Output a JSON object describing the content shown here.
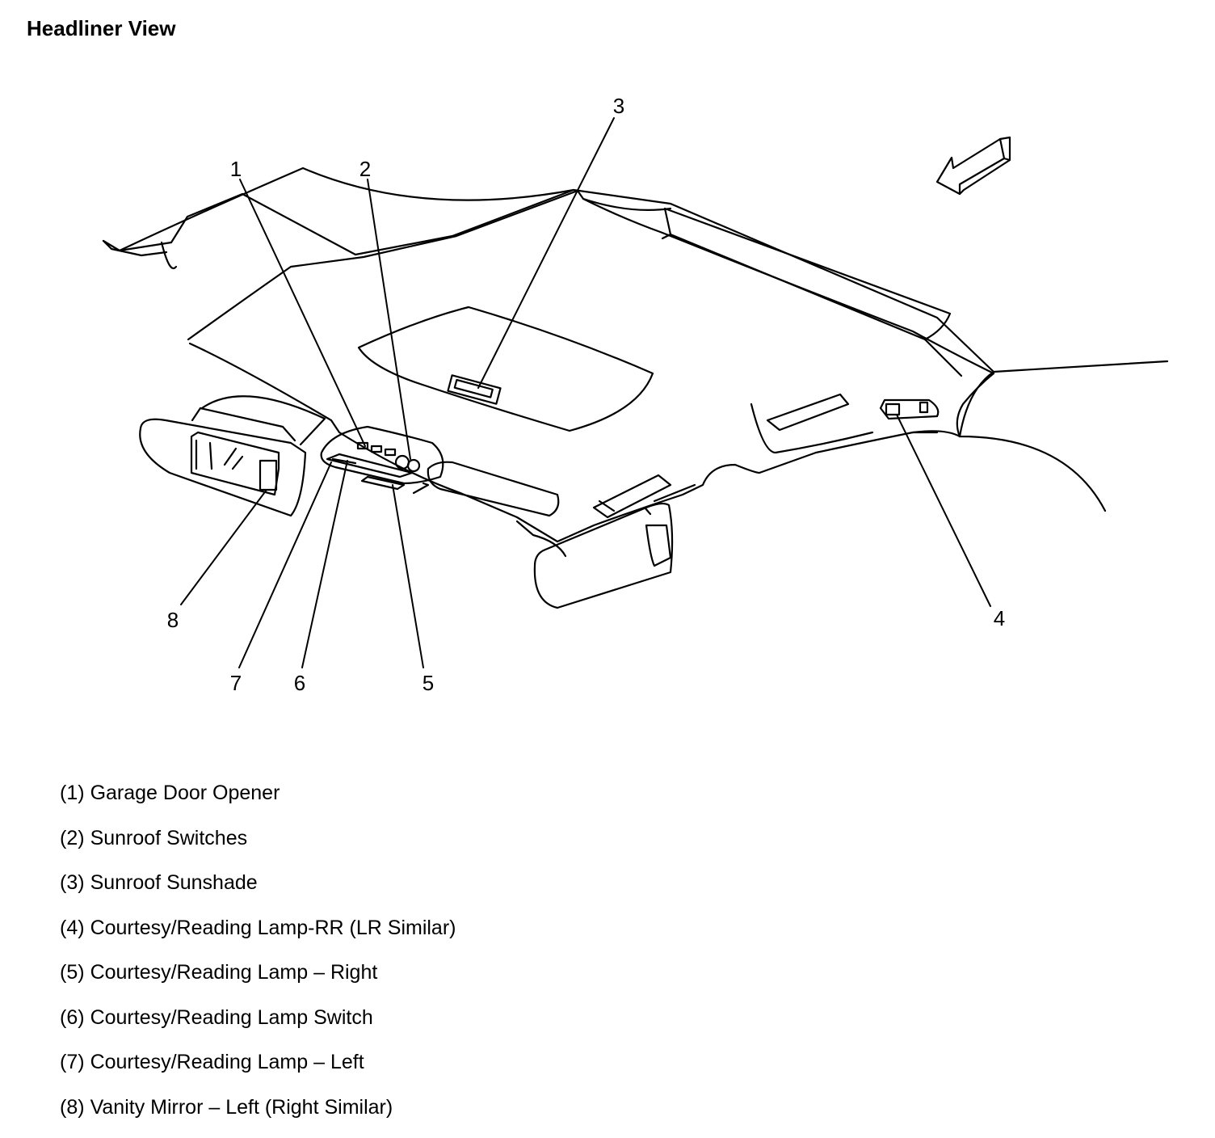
{
  "title": "Headliner View",
  "callouts": [
    {
      "id": "c1",
      "label": "1"
    },
    {
      "id": "c2",
      "label": "2"
    },
    {
      "id": "c3",
      "label": "3"
    },
    {
      "id": "c4",
      "label": "4"
    },
    {
      "id": "c5",
      "label": "5"
    },
    {
      "id": "c6",
      "label": "6"
    },
    {
      "id": "c7",
      "label": "7"
    },
    {
      "id": "c8",
      "label": "8"
    }
  ],
  "legend": [
    {
      "num": "(1)",
      "text": "Garage Door Opener"
    },
    {
      "num": "(2)",
      "text": "Sunroof Switches"
    },
    {
      "num": "(3)",
      "text": "Sunroof Sunshade"
    },
    {
      "num": "(4)",
      "text": "Courtesy/Reading Lamp-RR (LR Similar)"
    },
    {
      "num": "(5)",
      "text": "Courtesy/Reading Lamp – Right"
    },
    {
      "num": "(6)",
      "text": "Courtesy/Reading Lamp Switch"
    },
    {
      "num": "(7)",
      "text": "Courtesy/Reading Lamp – Left"
    },
    {
      "num": "(8)",
      "text": "Vanity Mirror – Left (Right Similar)"
    }
  ],
  "colors": {
    "line": "#000000",
    "background": "#ffffff"
  },
  "icons": {
    "direction_arrow": "front-direction-arrow-icon"
  }
}
